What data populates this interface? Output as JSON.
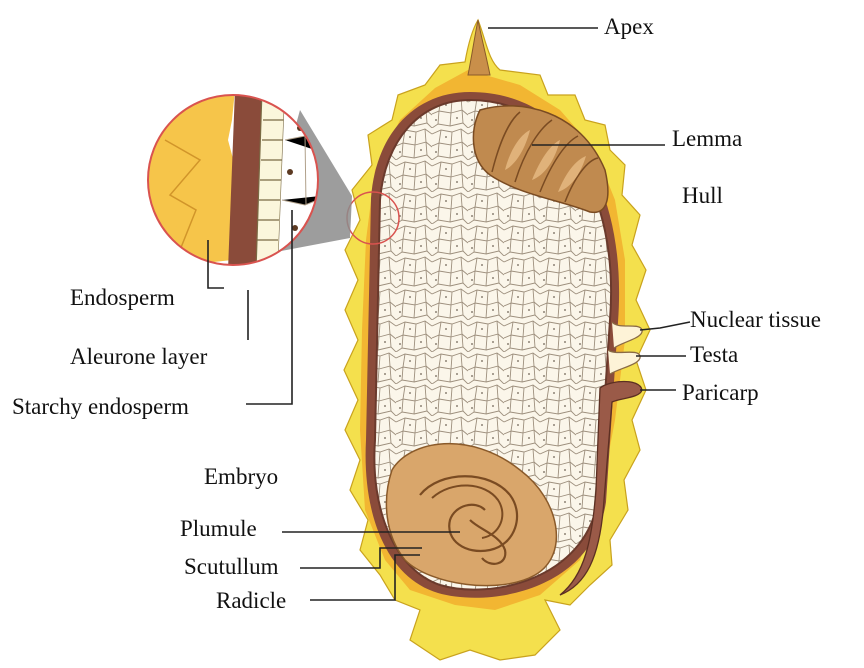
{
  "labels": {
    "apex": "Apex",
    "lemma": "Lemma",
    "hull": "Hull",
    "nuclear_tissue": "Nuclear tissue",
    "testa": "Testa",
    "paricarp": "Paricarp",
    "endosperm": "Endosperm",
    "aleurone_layer": "Aleurone layer",
    "starchy_endosperm": "Starchy endosperm",
    "embryo": "Embryo",
    "plumule": "Plumule",
    "scutullum": "Scutullum",
    "radicle": "Radicle"
  },
  "colors": {
    "hull_yellow": "#f4e04d",
    "hull_orange": "#f2b632",
    "pericarp_brown": "#8a4b3a",
    "lemma_tan": "#c08a4f",
    "endosperm_cream": "#fbf6ea",
    "cell_line": "#9d8f7d",
    "callout_red": "#d9534f",
    "leader_line": "#222222"
  }
}
